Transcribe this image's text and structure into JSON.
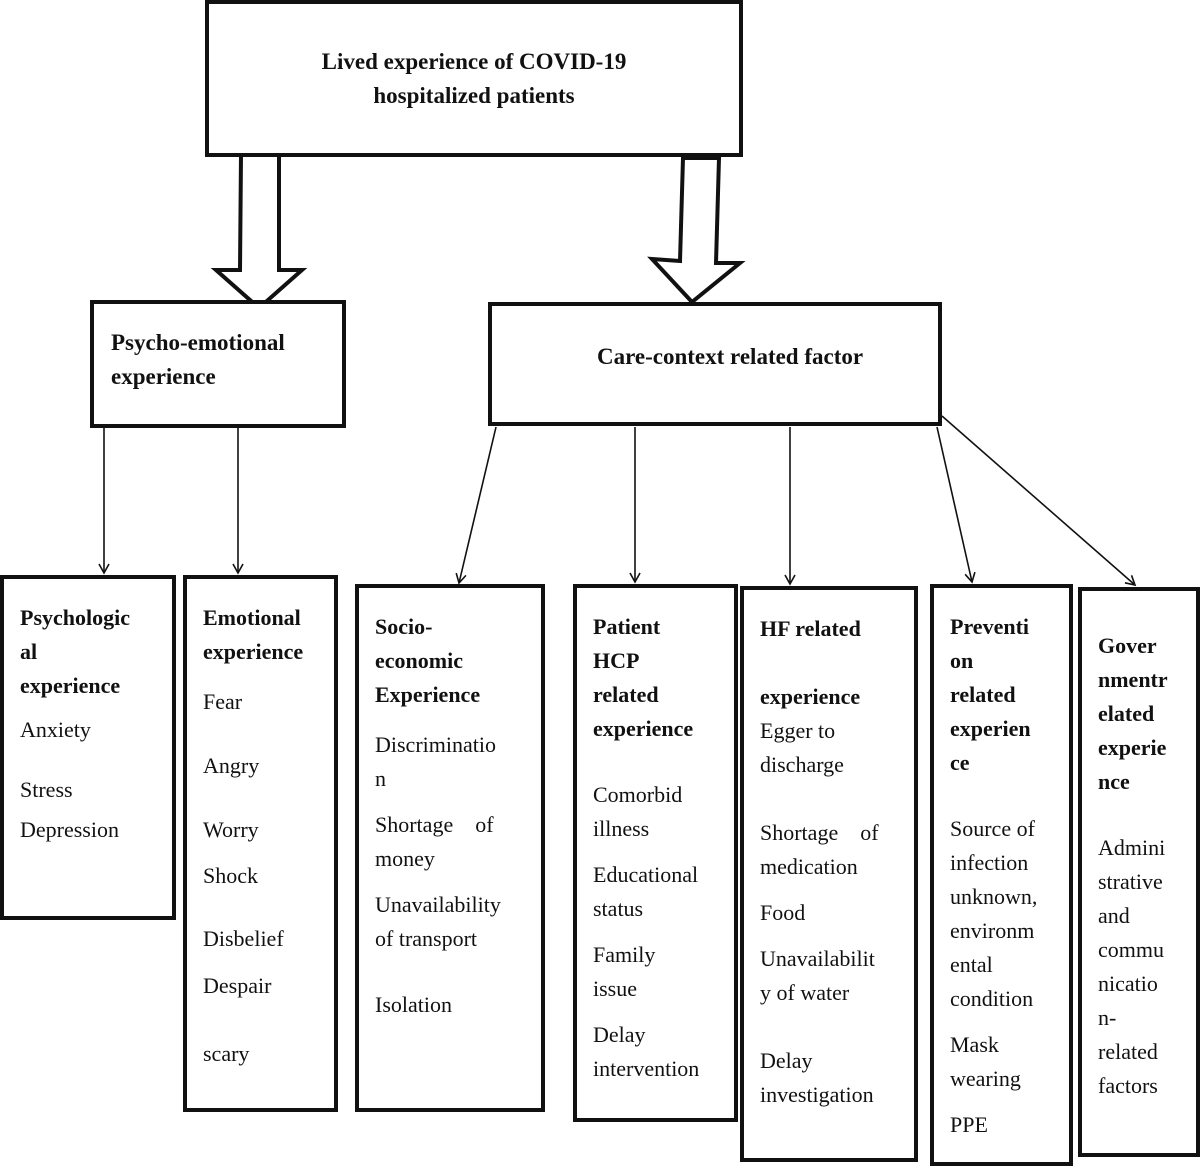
{
  "root": {
    "line1": "Lived experience of COVID-19",
    "line2": "hospitalized patients"
  },
  "level2": {
    "left": {
      "line1": "Psycho-emotional",
      "line2": "experience"
    },
    "right": {
      "title": "Care-context related factor"
    }
  },
  "categories": {
    "psychological": {
      "head": [
        "Psychologic",
        "al",
        "experience"
      ],
      "items": [
        "Anxiety",
        "Stress",
        "Depression"
      ]
    },
    "emotional": {
      "head": [
        "Emotional",
        "experience"
      ],
      "items": [
        "Fear",
        "Angry",
        "Worry",
        "Shock",
        "Disbelief",
        "Despair",
        "scary"
      ]
    },
    "socioeconomic": {
      "head": [
        "Socio-",
        "economic",
        "Experience"
      ],
      "items": [
        "Discriminatio",
        "n",
        "Shortage    of",
        "money",
        "Unavailability",
        "of transport",
        "Isolation"
      ]
    },
    "patient_hcp": {
      "head": [
        "Patient",
        "HCP",
        "related",
        "experience"
      ],
      "items": [
        "Comorbid",
        "illness",
        "Educational",
        "status",
        "Family",
        "issue",
        "Delay",
        "intervention"
      ]
    },
    "hf": {
      "head": [
        "HF related",
        "experience"
      ],
      "items": [
        "Egger to",
        "discharge",
        "Shortage    of",
        "medication",
        "Food",
        "Unavailabilit",
        "y of water",
        "Delay",
        "investigation"
      ]
    },
    "prevention": {
      "head": [
        "Preventi",
        "on",
        "related",
        "experien",
        "ce"
      ],
      "items": [
        "Source of",
        "infection",
        "unknown,",
        "environm",
        "ental",
        "condition",
        "Mask",
        "wearing",
        "PPE"
      ]
    },
    "governmental": {
      "head": [
        "Gover",
        "nmentr",
        "elated",
        "experie",
        "nce"
      ],
      "items": [
        "Admini",
        "strative",
        "and",
        "commu",
        "nicatio",
        "n-",
        "related",
        "factors"
      ]
    }
  }
}
